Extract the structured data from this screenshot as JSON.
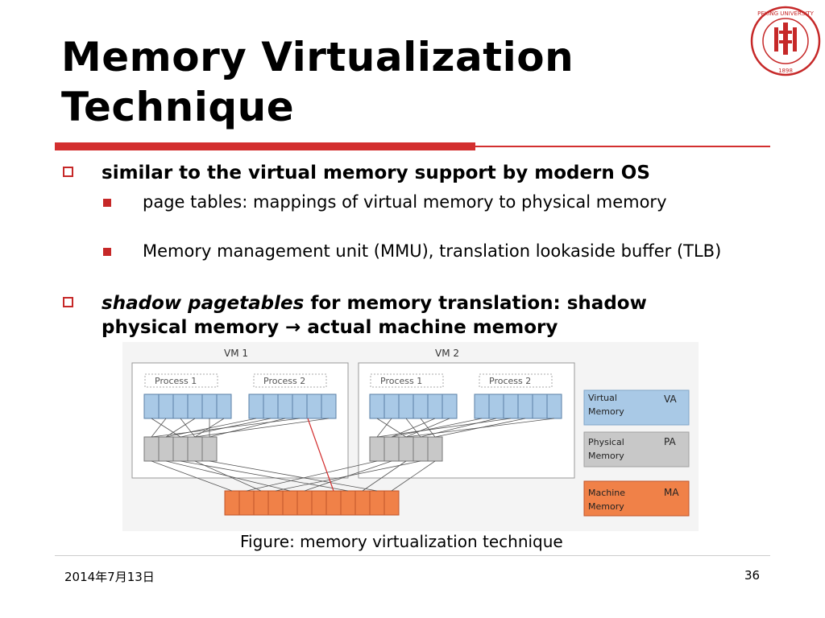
{
  "slide": {
    "title_line1": "Memory Virtualization",
    "title_line2": "Technique",
    "logo_text": "PEKING UNIVERSITY",
    "logo_year": "1898"
  },
  "bullets": {
    "b1": "similar to the virtual memory support by modern OS",
    "b1_sub1": "page tables: mappings of virtual memory to physical memory",
    "b1_sub2": "Memory management unit (MMU), translation lookaside buffer (TLB)",
    "b2_italic": "shadow pagetables",
    "b2_rest_line1": " for memory translation: shadow",
    "b2_line2": "physical memory → actual machine memory"
  },
  "figure": {
    "vm1": "VM 1",
    "vm2": "VM 2",
    "process1": "Process 1",
    "process2": "Process 2",
    "legend": [
      {
        "label_line1": "Virtual",
        "label_line2": "Memory",
        "abbr": "VA",
        "color": "#a9c9e6"
      },
      {
        "label_line1": "Physical",
        "label_line2": "Memory",
        "abbr": "PA",
        "color": "#c8c8c8"
      },
      {
        "label_line1": "Machine",
        "label_line2": "Memory",
        "abbr": "MA",
        "color": "#f08148"
      }
    ],
    "caption": "Figure: memory virtualization technique"
  },
  "footer": {
    "date": "2014年7月13日",
    "page": "36"
  }
}
